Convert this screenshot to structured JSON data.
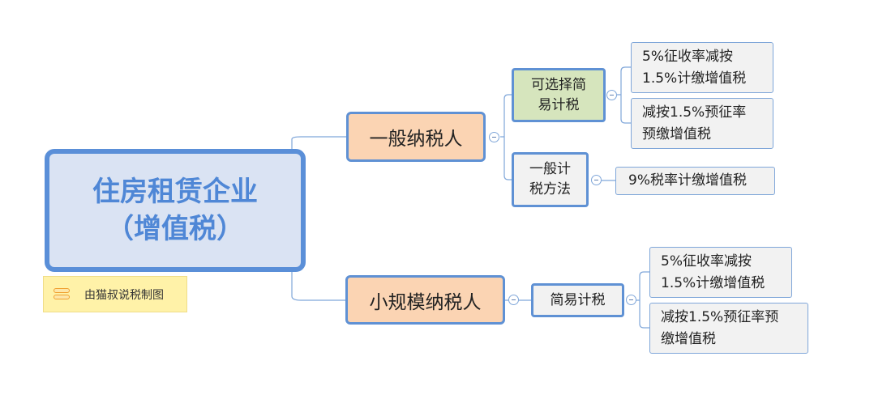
{
  "root": {
    "line1": "住房租赁企业",
    "line2": "（增值税）"
  },
  "general_taxpayer": {
    "label": "一般纳税人",
    "simple_option": {
      "line1": "可选择简",
      "line2": "易计税",
      "leaves": [
        {
          "line1": "5%征收率减按",
          "line2": "1.5%计缴增值税"
        },
        {
          "line1": "减按1.5%预征率",
          "line2": "预缴增值税"
        }
      ]
    },
    "general_method": {
      "line1": "一般计",
      "line2": "税方法",
      "leaf": "9%税率计缴增值税"
    }
  },
  "small_taxpayer": {
    "label": "小规模纳税人",
    "simple": {
      "label": "简易计税",
      "leaves": [
        {
          "line1": "5%征收率减按",
          "line2": "1.5%计缴增值税"
        },
        {
          "line1": "减按1.5%预征率预",
          "line2": "缴增值税"
        }
      ]
    }
  },
  "watermark": {
    "text": "由猫叔说税制图"
  },
  "colors": {
    "root_fill": "#dae3f3",
    "root_border": "#5a8fd8",
    "root_text": "#4f87d6",
    "level1_fill": "#fbd4b3",
    "option_fill": "#d6e5bd",
    "leaf_fill": "#f2f2f2",
    "connector": "#7fa6d9"
  }
}
